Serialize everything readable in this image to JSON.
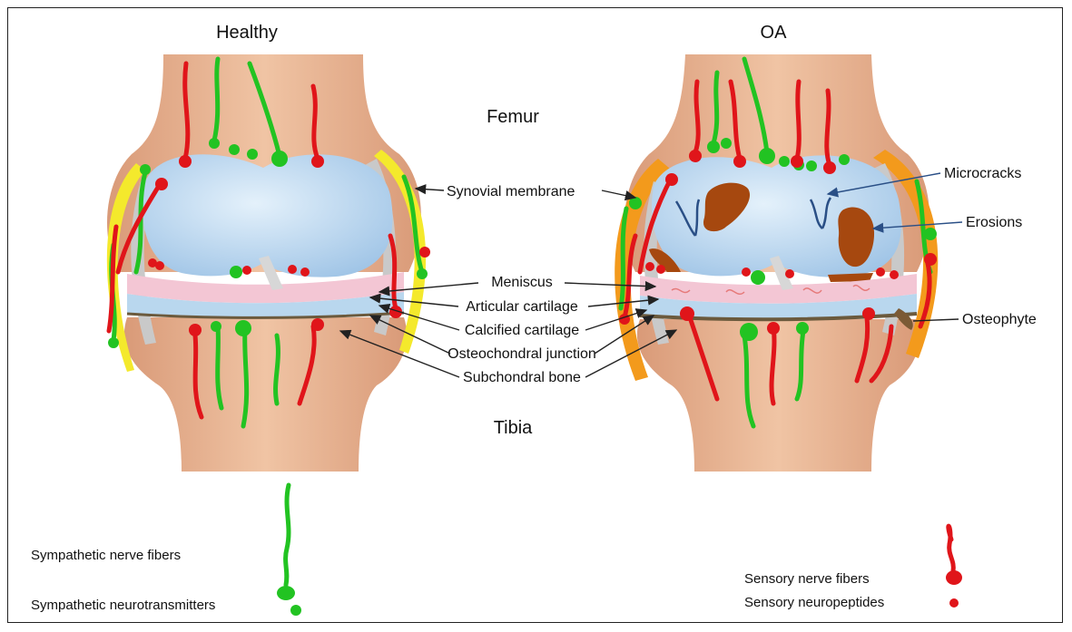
{
  "titles": {
    "healthy": "Healthy",
    "oa": "OA"
  },
  "bones": {
    "femur": "Femur",
    "tibia": "Tibia"
  },
  "structures": {
    "synovial_membrane": "Synovial membrane",
    "meniscus": "Meniscus",
    "articular_cartilage": "Articular cartilage",
    "calcified_cartilage": "Calcified cartilage",
    "osteochondral_junction": "Osteochondral junction",
    "subchondral_bone": "Subchondral bone"
  },
  "oa_features": {
    "microcracks": "Microcracks",
    "erosions": "Erosions",
    "osteophyte": "Osteophyte"
  },
  "legend": {
    "sympathetic_fibers": "Sympathetic nerve fibers",
    "sympathetic_transmitters": "Sympathetic neurotransmitters",
    "sensory_fibers": "Sensory nerve fibers",
    "sensory_peptides": "Sensory neuropeptides"
  },
  "colors": {
    "sympathetic": "#22c322",
    "sensory": "#e0151a",
    "bone": "#e6b08e",
    "cartilage": "#b9d7ee",
    "meniscus": "#f3c6d4",
    "synovium_healthy": "#f4e92c",
    "synovium_oa": "#f39a1c",
    "erosion": "#a6480f"
  }
}
